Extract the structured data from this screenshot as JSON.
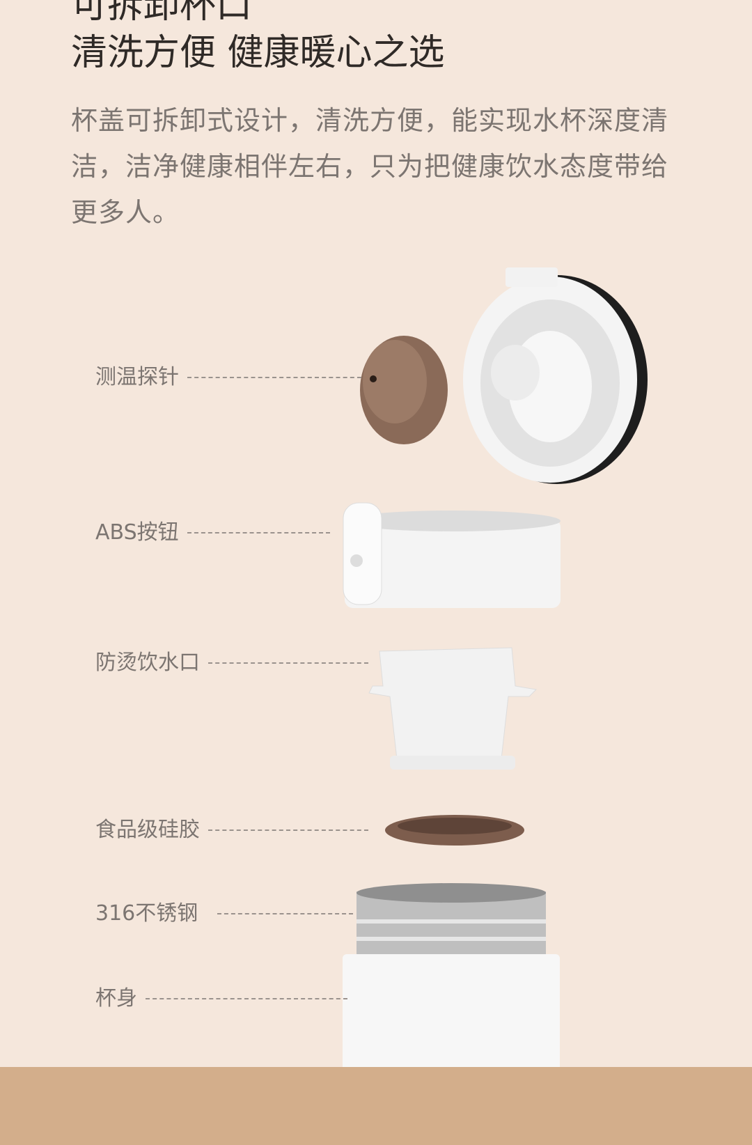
{
  "heading": {
    "line1": "可拆卸杯口",
    "line2": "清洗方便 健康暖心之选"
  },
  "description": "杯盖可拆卸式设计，清洗方便，能实现水杯深度清洁，洁净健康相伴左右，只为把健康饮水态度带给更多人。",
  "labels": [
    {
      "text": "测温探针"
    },
    {
      "text": "ABS按钮"
    },
    {
      "text": "防烫饮水口"
    },
    {
      "text": "食品级硅胶"
    },
    {
      "text": "316不锈钢"
    },
    {
      "text": "杯身"
    }
  ],
  "colors": {
    "background": "#f5e7dc",
    "band": "#d3ae8b",
    "probe": "#8a6a58",
    "seal": "#7d5d4d"
  }
}
